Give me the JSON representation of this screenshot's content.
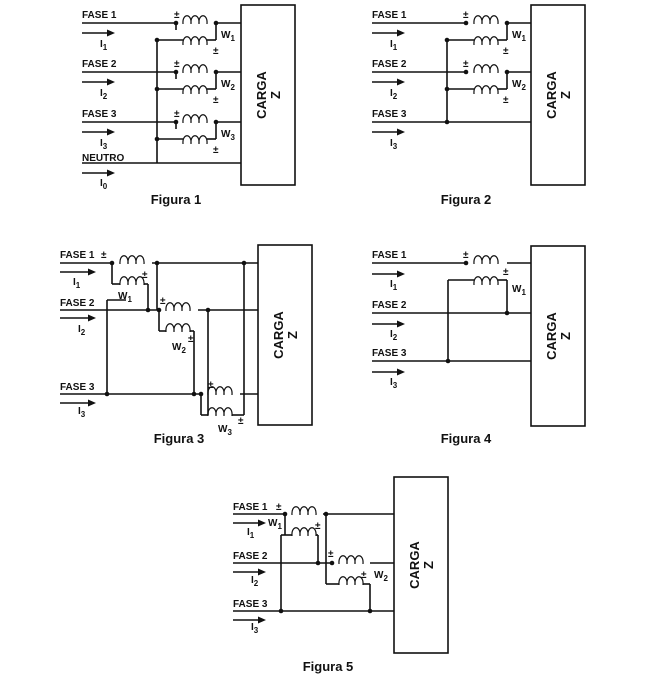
{
  "labels": {
    "fase1": "FASE 1",
    "fase2": "FASE 2",
    "fase3": "FASE 3",
    "neutro": "NEUTRO",
    "carga": "CARGA",
    "z": "Z",
    "plus": "±",
    "i": "I",
    "w": "W",
    "sub0": "0",
    "sub1": "1",
    "sub2": "2",
    "sub3": "3"
  },
  "captions": {
    "fig1": "Figura 1",
    "fig2": "Figura 2",
    "fig3": "Figura 3",
    "fig4": "Figura 4",
    "fig5": "Figura 5"
  }
}
